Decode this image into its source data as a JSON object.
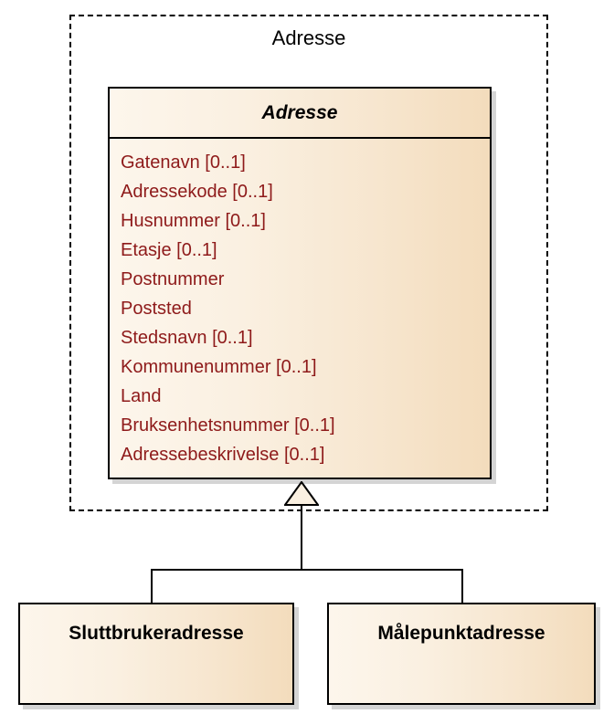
{
  "package": {
    "title": "Adresse",
    "boundary_style": "dashed"
  },
  "abstract_class": {
    "name": "Adresse",
    "is_abstract": true,
    "attributes": [
      "Gatenavn [0..1]",
      "Adressekode [0..1]",
      "Husnummer [0..1]",
      "Etasje [0..1]",
      "Postnummer",
      "Poststed",
      "Stedsnavn [0..1]",
      "Kommunenummer [0..1]",
      "Land",
      "Bruksenhetsnummer [0..1]",
      "Adressebeskrivelse [0..1]"
    ]
  },
  "subclasses": [
    {
      "name": "Sluttbrukeradresse"
    },
    {
      "name": "Målepunktadresse"
    }
  ],
  "relationship": {
    "type": "generalization",
    "arrowhead": "hollow-triangle"
  },
  "colors": {
    "attribute_text": "#8e1a1a",
    "class_fill_light": "#fdf6ec",
    "class_fill_dark": "#f3dcbc",
    "border": "#000000",
    "shadow": "#d4d4d4",
    "title_text": "#000000"
  }
}
